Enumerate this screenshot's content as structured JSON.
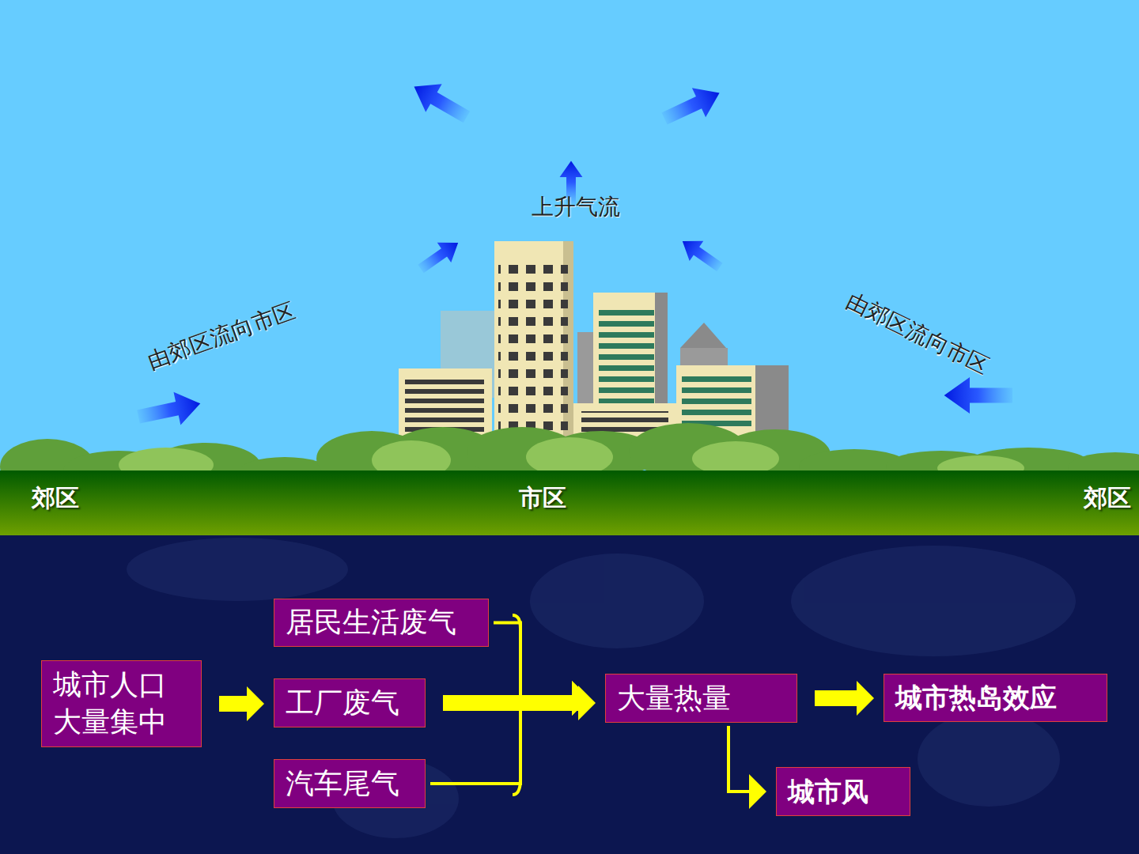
{
  "diagram": {
    "nodes": [
      {
        "text": [
          "城市人口 大量集中"
        ]
      },
      {
        "text": [
          "居民生活废气"
        ]
      },
      {
        "text": [
          "工厂废气"
        ]
      },
      {
        "text": [
          "汽车尾气"
        ]
      },
      {
        "text": [
          "大量热量"
        ]
      },
      {
        "text": [
          "城市热岛效应"
        ]
      },
      {
        "text": [
          "城市风"
        ]
      }
    ],
    "edges": [
      {
        "from": 0,
        "to": 2,
        "arrow": "to"
      },
      {
        "from": 1,
        "to": 4,
        "arrow": "to"
      },
      {
        "from": 2,
        "to": 4,
        "arrow": "to"
      },
      {
        "from": 3,
        "to": 4,
        "arrow": "to"
      },
      {
        "from": 4,
        "to": 5,
        "arrow": "to"
      },
      {
        "from": 4,
        "to": 6,
        "arrow": "to"
      }
    ],
    "labels": [
      "上升气流",
      "由郊区流向市区",
      "由郊区流向市区",
      "郊区",
      "市区",
      "郊区"
    ]
  }
}
